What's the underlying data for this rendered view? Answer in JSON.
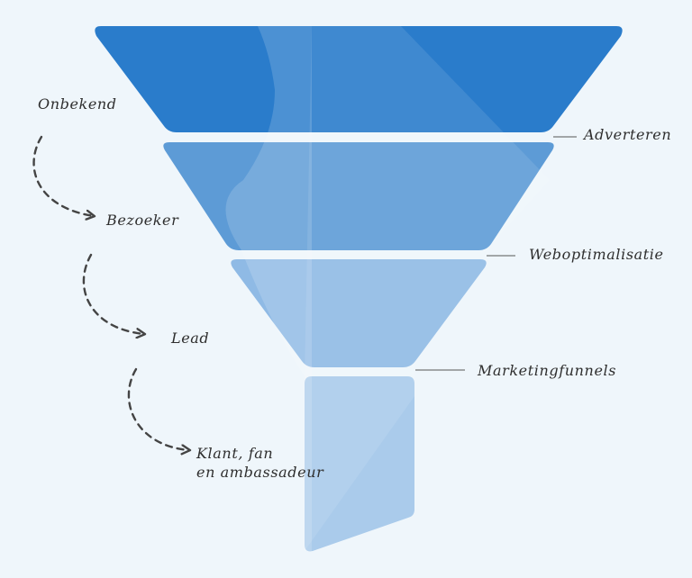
{
  "stages": [
    {
      "id": "onbekend",
      "label": "Onbekend"
    },
    {
      "id": "bezoeker",
      "label": "Bezoeker"
    },
    {
      "id": "lead",
      "label": "Lead"
    },
    {
      "id": "klant",
      "label": "Klant, fan\nen ambassadeur"
    }
  ],
  "channels": [
    {
      "id": "adverteren",
      "label": "Adverteren"
    },
    {
      "id": "weboptimalisatie",
      "label": "Weboptimalisatie"
    },
    {
      "id": "marketingfunnels",
      "label": "Marketingfunnels"
    }
  ],
  "colors": {
    "background": "#eff6fb",
    "tier1": "#2a7ccb",
    "tier2": "#5d9bd6",
    "tier3": "#8fbae5",
    "tier4": "#aacbeb",
    "arrow": "#444444",
    "connector": "#555555",
    "text": "#2e2e2e"
  },
  "icons": {
    "flow_arrow": "dashed-curved-arrow-icon"
  }
}
